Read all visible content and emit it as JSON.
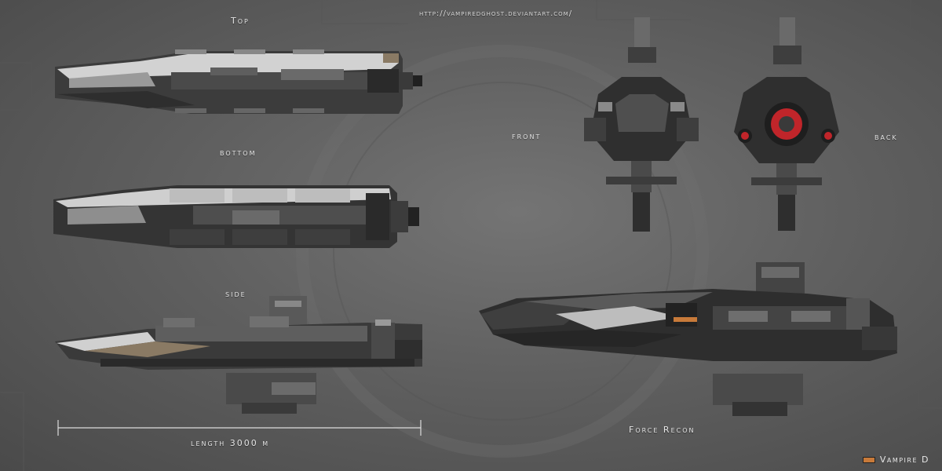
{
  "header": {
    "url": "http://vampiredghost.deviantart.com/"
  },
  "views": {
    "top": "Top",
    "bottom": "bottom",
    "side": "side",
    "front": "front",
    "back": "back",
    "perspective": "Force Recon"
  },
  "dimension": {
    "length_label": "length 3000 m"
  },
  "signature": {
    "author": "Vampire D"
  },
  "colors": {
    "hull_light": "#d4d4d4",
    "hull_dark": "#3a3a3a",
    "engine_red": "#c0252a",
    "accent_tan": "#8a7a64"
  }
}
